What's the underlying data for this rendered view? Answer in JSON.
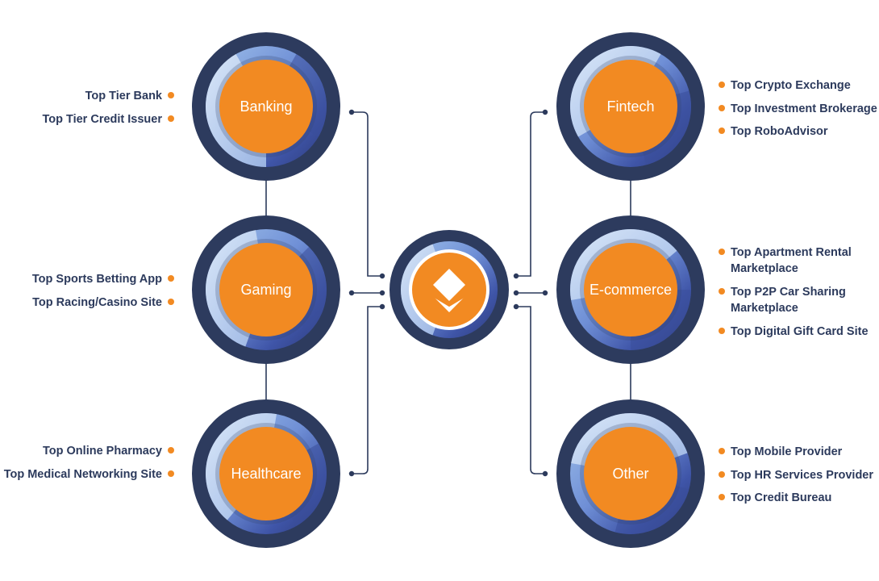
{
  "diagram": {
    "colors": {
      "connector": "#2c3a5c",
      "ring_outer": "#2d3b5e",
      "ring_mid": "#7b9ad8",
      "ring_light": "#cfe0f3",
      "core": "#f28a22",
      "bullet": "#f28a22",
      "text": "#2c3a5c"
    },
    "center_node": {
      "icon": "layered-diamond-logo-icon"
    },
    "nodes": [
      {
        "id": "banking",
        "label": "Banking",
        "items": [
          "Top Tier Bank",
          "Top Tier Credit Issuer"
        ]
      },
      {
        "id": "gaming",
        "label": "Gaming",
        "items": [
          "Top Sports Betting App",
          "Top Racing/Casino Site"
        ]
      },
      {
        "id": "healthcare",
        "label": "Healthcare",
        "items": [
          "Top Online Pharmacy",
          "Top Medical Networking Site"
        ]
      },
      {
        "id": "fintech",
        "label": "Fintech",
        "items": [
          "Top Crypto Exchange",
          "Top Investment Brokerage",
          "Top RoboAdvisor"
        ]
      },
      {
        "id": "ecommerce",
        "label": "E-commerce",
        "items": [
          [
            "Top Apartment Rental",
            "Marketplace"
          ],
          [
            "Top P2P Car Sharing",
            "Marketplace"
          ],
          "Top Digital Gift Card Site"
        ]
      },
      {
        "id": "other",
        "label": "Other",
        "items": [
          "Top Mobile Provider",
          "Top HR Services Provider",
          "Top Credit Bureau"
        ]
      }
    ]
  }
}
